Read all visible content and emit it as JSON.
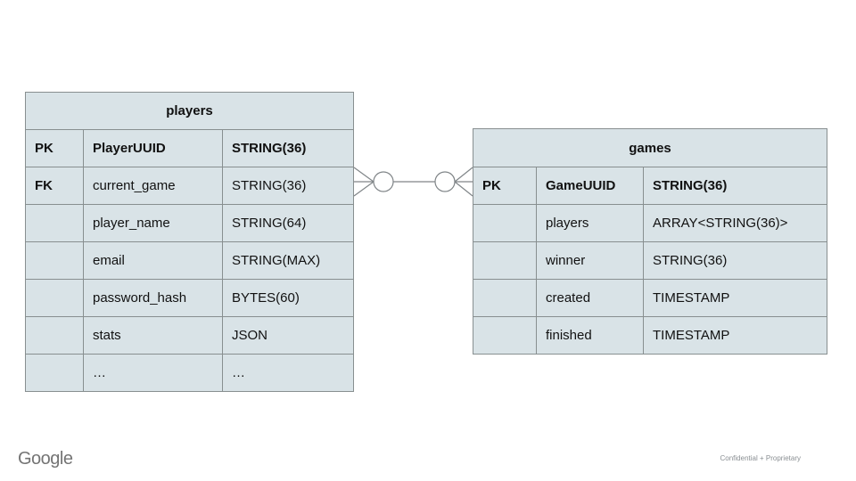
{
  "slide": {
    "footer": {
      "logo_text": "Google",
      "confidential_text": "Confidential + Proprietary"
    }
  },
  "colors": {
    "cell_fill": "#d9e3e7",
    "cell_border": "#888f90",
    "connector_stroke": "#808588",
    "text": "#111111",
    "logo_gray": "#747474",
    "footer_gray": "#8a8f93",
    "background": "#ffffff"
  },
  "diagram": {
    "relationship": {
      "type": "zero-or-many to zero-or-many",
      "from": "players.current_game",
      "to": "games.GameUUID"
    },
    "tables": [
      {
        "id": "players",
        "title": "players",
        "rows": [
          {
            "key": "PK",
            "name": "PlayerUUID",
            "type": "STRING(36)",
            "bold": true
          },
          {
            "key": "FK",
            "name": "current_game",
            "type": "STRING(36)",
            "bold": false
          },
          {
            "key": "",
            "name": "player_name",
            "type": "STRING(64)",
            "bold": false
          },
          {
            "key": "",
            "name": "email",
            "type": "STRING(MAX)",
            "bold": false
          },
          {
            "key": "",
            "name": "password_hash",
            "type": "BYTES(60)",
            "bold": false
          },
          {
            "key": "",
            "name": "stats",
            "type": "JSON",
            "bold": false
          },
          {
            "key": "",
            "name": "…",
            "type": "…",
            "bold": false
          }
        ]
      },
      {
        "id": "games",
        "title": "games",
        "rows": [
          {
            "key": "PK",
            "name": "GameUUID",
            "type": "STRING(36)",
            "bold": true
          },
          {
            "key": "",
            "name": "players",
            "type": "ARRAY<STRING(36)>",
            "bold": false
          },
          {
            "key": "",
            "name": "winner",
            "type": "STRING(36)",
            "bold": false
          },
          {
            "key": "",
            "name": "created",
            "type": "TIMESTAMP",
            "bold": false
          },
          {
            "key": "",
            "name": "finished",
            "type": "TIMESTAMP",
            "bold": false
          }
        ]
      }
    ]
  }
}
